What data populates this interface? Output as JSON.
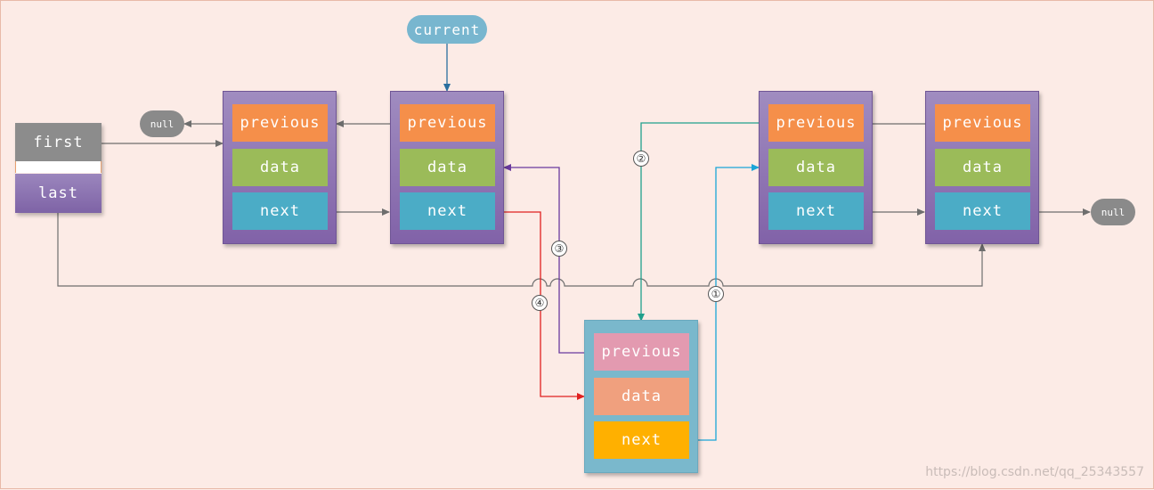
{
  "pointers": {
    "current": "current",
    "first": "first",
    "last": "last"
  },
  "null_label": "null",
  "nodes": [
    {
      "previous": "previous",
      "data": "data",
      "next": "next"
    },
    {
      "previous": "previous",
      "data": "data",
      "next": "next"
    },
    {
      "previous": "previous",
      "data": "data",
      "next": "next"
    },
    {
      "previous": "previous",
      "data": "data",
      "next": "next"
    }
  ],
  "new_node": {
    "previous": "previous",
    "data": "data",
    "next": "next"
  },
  "steps": [
    "①",
    "②",
    "③",
    "④"
  ],
  "watermark": "https://blog.csdn.net/qq_25343557",
  "colors": {
    "background": "#fcebe6",
    "gray_link": "#6e6e6e",
    "step1": "#1aa5d8",
    "step2": "#20a08c",
    "step3": "#6a3a9e",
    "step4": "#e02020",
    "current_link": "#2b6e9e"
  }
}
